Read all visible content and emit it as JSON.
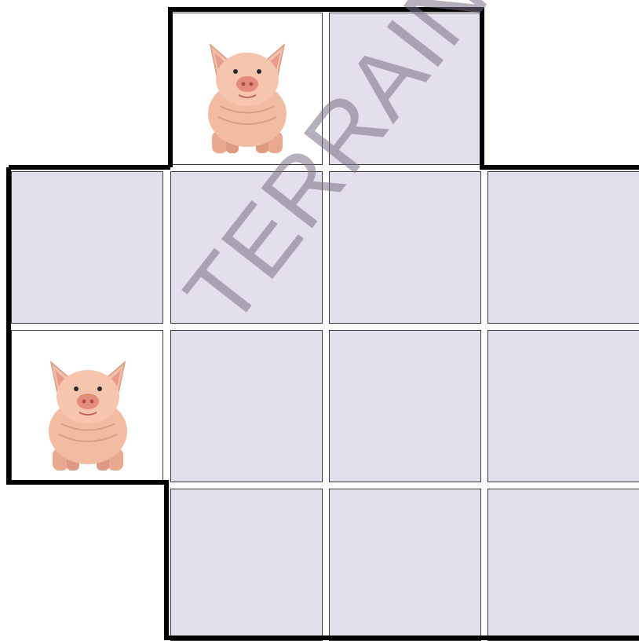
{
  "watermark": "TERRAIN",
  "grid": {
    "rows": 4,
    "cols": 4,
    "cells": [
      {
        "row": 0,
        "col": 1,
        "content": "pig"
      },
      {
        "row": 0,
        "col": 2,
        "content": "empty"
      },
      {
        "row": 1,
        "col": 0,
        "content": "empty"
      },
      {
        "row": 1,
        "col": 1,
        "content": "empty"
      },
      {
        "row": 1,
        "col": 2,
        "content": "empty"
      },
      {
        "row": 1,
        "col": 3,
        "content": "empty"
      },
      {
        "row": 2,
        "col": 0,
        "content": "pig"
      },
      {
        "row": 2,
        "col": 1,
        "content": "empty"
      },
      {
        "row": 2,
        "col": 2,
        "content": "empty"
      },
      {
        "row": 2,
        "col": 3,
        "content": "empty"
      },
      {
        "row": 3,
        "col": 1,
        "content": "empty"
      },
      {
        "row": 3,
        "col": 2,
        "content": "empty"
      },
      {
        "row": 3,
        "col": 3,
        "content": "empty"
      }
    ]
  },
  "colors": {
    "tile": "#e3dfec",
    "pig_tile": "#ffffff",
    "outline": "#000000",
    "watermark": "#787084"
  },
  "icons": {
    "pig": "pig-icon"
  }
}
